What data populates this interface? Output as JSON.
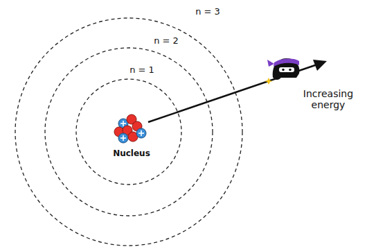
{
  "diagram": {
    "labels": [
      "n = 3",
      "n = 2",
      "n = 1",
      "Nucleus",
      "Increasing energy"
    ]
  }
}
